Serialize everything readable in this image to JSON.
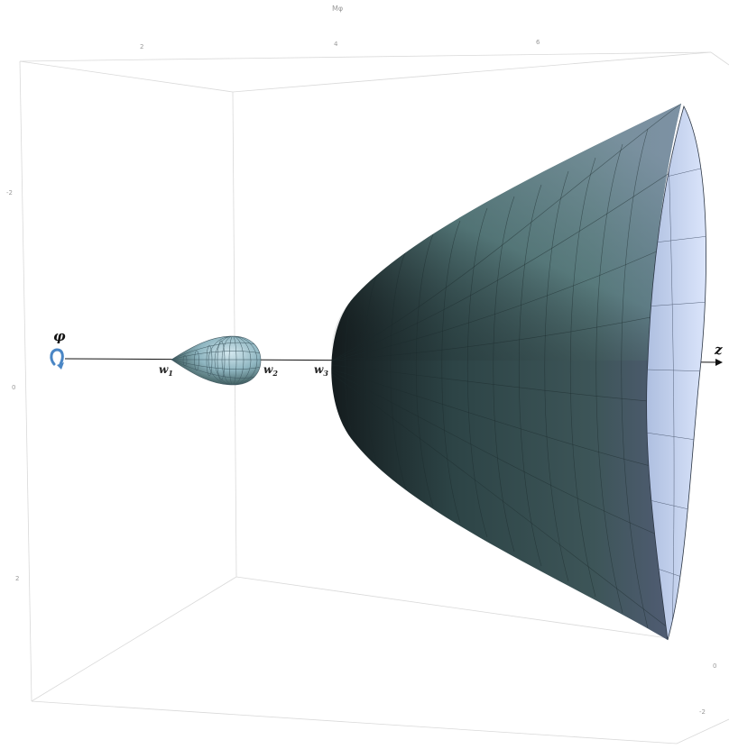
{
  "figure": {
    "axis_title_top": "Mφ",
    "top_ticks": [
      "2",
      "4",
      "6"
    ],
    "left_ticks": [
      "-2",
      "0",
      "2"
    ],
    "right_ticks": [
      "0",
      "-2"
    ],
    "labels": {
      "w1": {
        "base": "w",
        "sub": "1"
      },
      "w2": {
        "base": "w",
        "sub": "2"
      },
      "w3": {
        "base": "w",
        "sub": "3"
      },
      "z": "z",
      "phi": "φ"
    },
    "colors": {
      "surface_dark": "#1e2a2c",
      "surface_mid": "#4f7275",
      "surface_light": "#a9c3cc",
      "interior": "#c9d8f3",
      "rotation_arrow": "#4a86c5"
    }
  }
}
